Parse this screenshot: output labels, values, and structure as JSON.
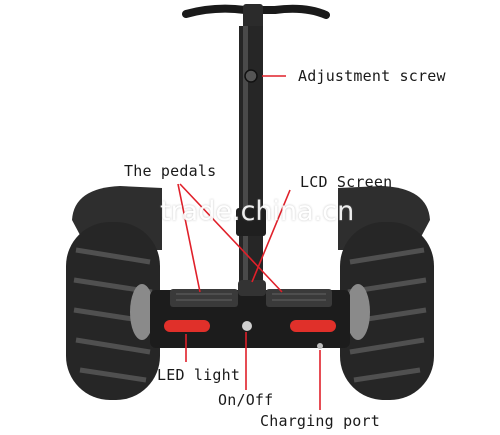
{
  "labels": {
    "adjustment_screw": "Adjustment screw",
    "pedals": "The pedals",
    "lcd_screen": "LCD Screen",
    "led_light": "LED light",
    "on_off": "On/Off",
    "charging_port": "Charging port"
  },
  "watermark": "trade.china.cn",
  "colors": {
    "pointer": "#e0202a",
    "led": "#e0302a",
    "body": "#1c1c1c",
    "tire": "#2a2a2a"
  }
}
